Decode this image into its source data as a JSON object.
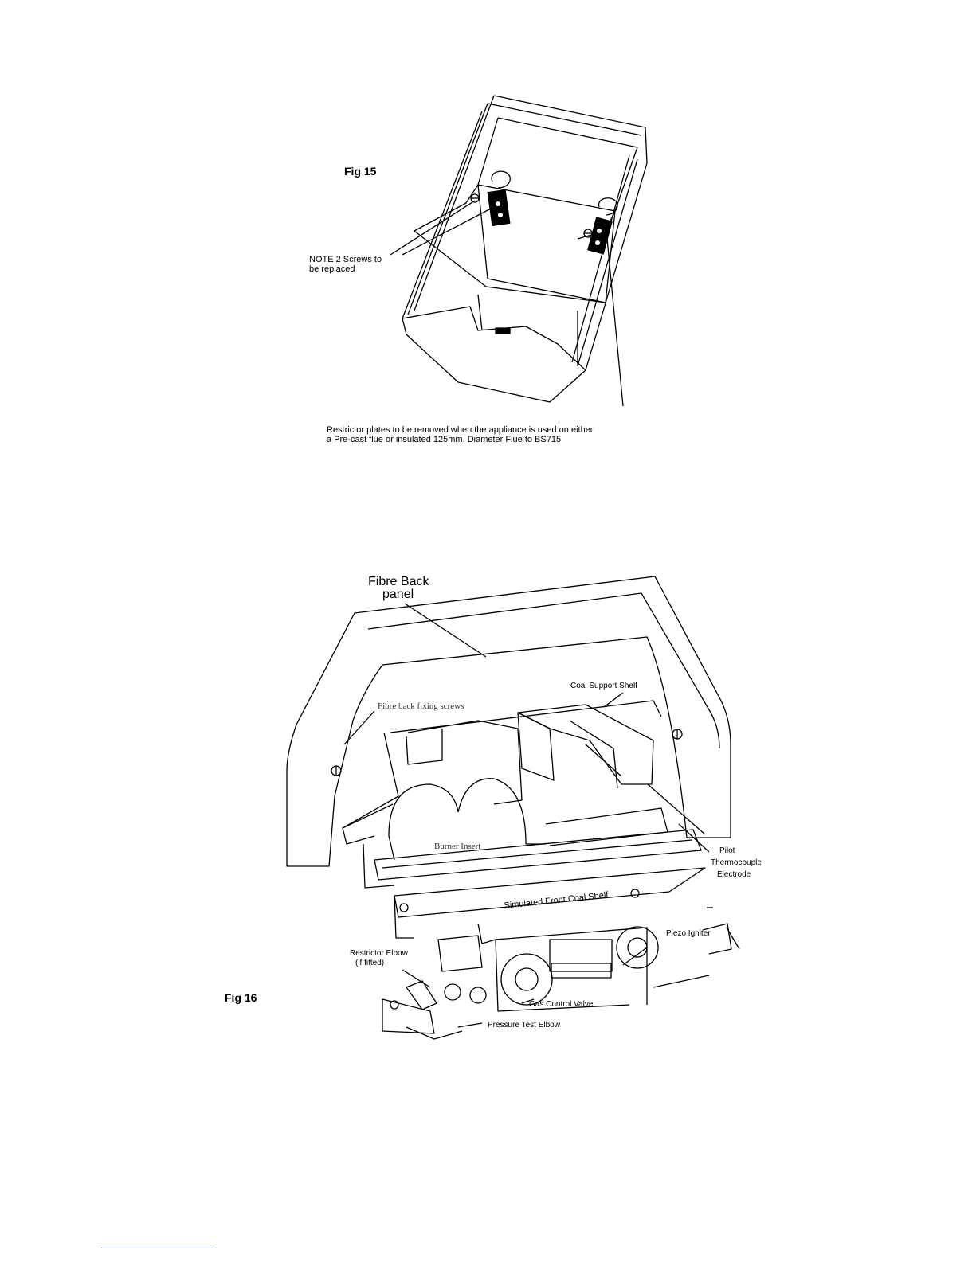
{
  "fig15": {
    "title": "Fig 15",
    "note_line1": "NOTE 2 Screws to",
    "note_line2": "be replaced",
    "caption_line1": "Restrictor plates to be removed when the appliance is used on either",
    "caption_line2": "a Pre-cast flue or insulated 125mm. Diameter Flue to BS715"
  },
  "fig16": {
    "title": "Fig 16",
    "fibre_back_line1": "Fibre Back",
    "fibre_back_line2": "panel",
    "coal_support_shelf": "Coal Support Shelf",
    "fibre_back_fixing_screws": "Fibre back fixing screws",
    "burner_insert": "Burner Insert",
    "pilot": "Pilot",
    "thermocouple": "Thermocouple",
    "electrode": "Electrode",
    "simulated_front_coal_shelf": "Simulated Front Coal Shelf",
    "piezo_igniter": "Piezo Igniter",
    "restrictor_elbow": "Restrictor Elbow",
    "if_fitted": "(if fitted)",
    "gas_control_valve": "Gas Control Valve",
    "pressure_test_elbow": "Pressure Test Elbow"
  }
}
